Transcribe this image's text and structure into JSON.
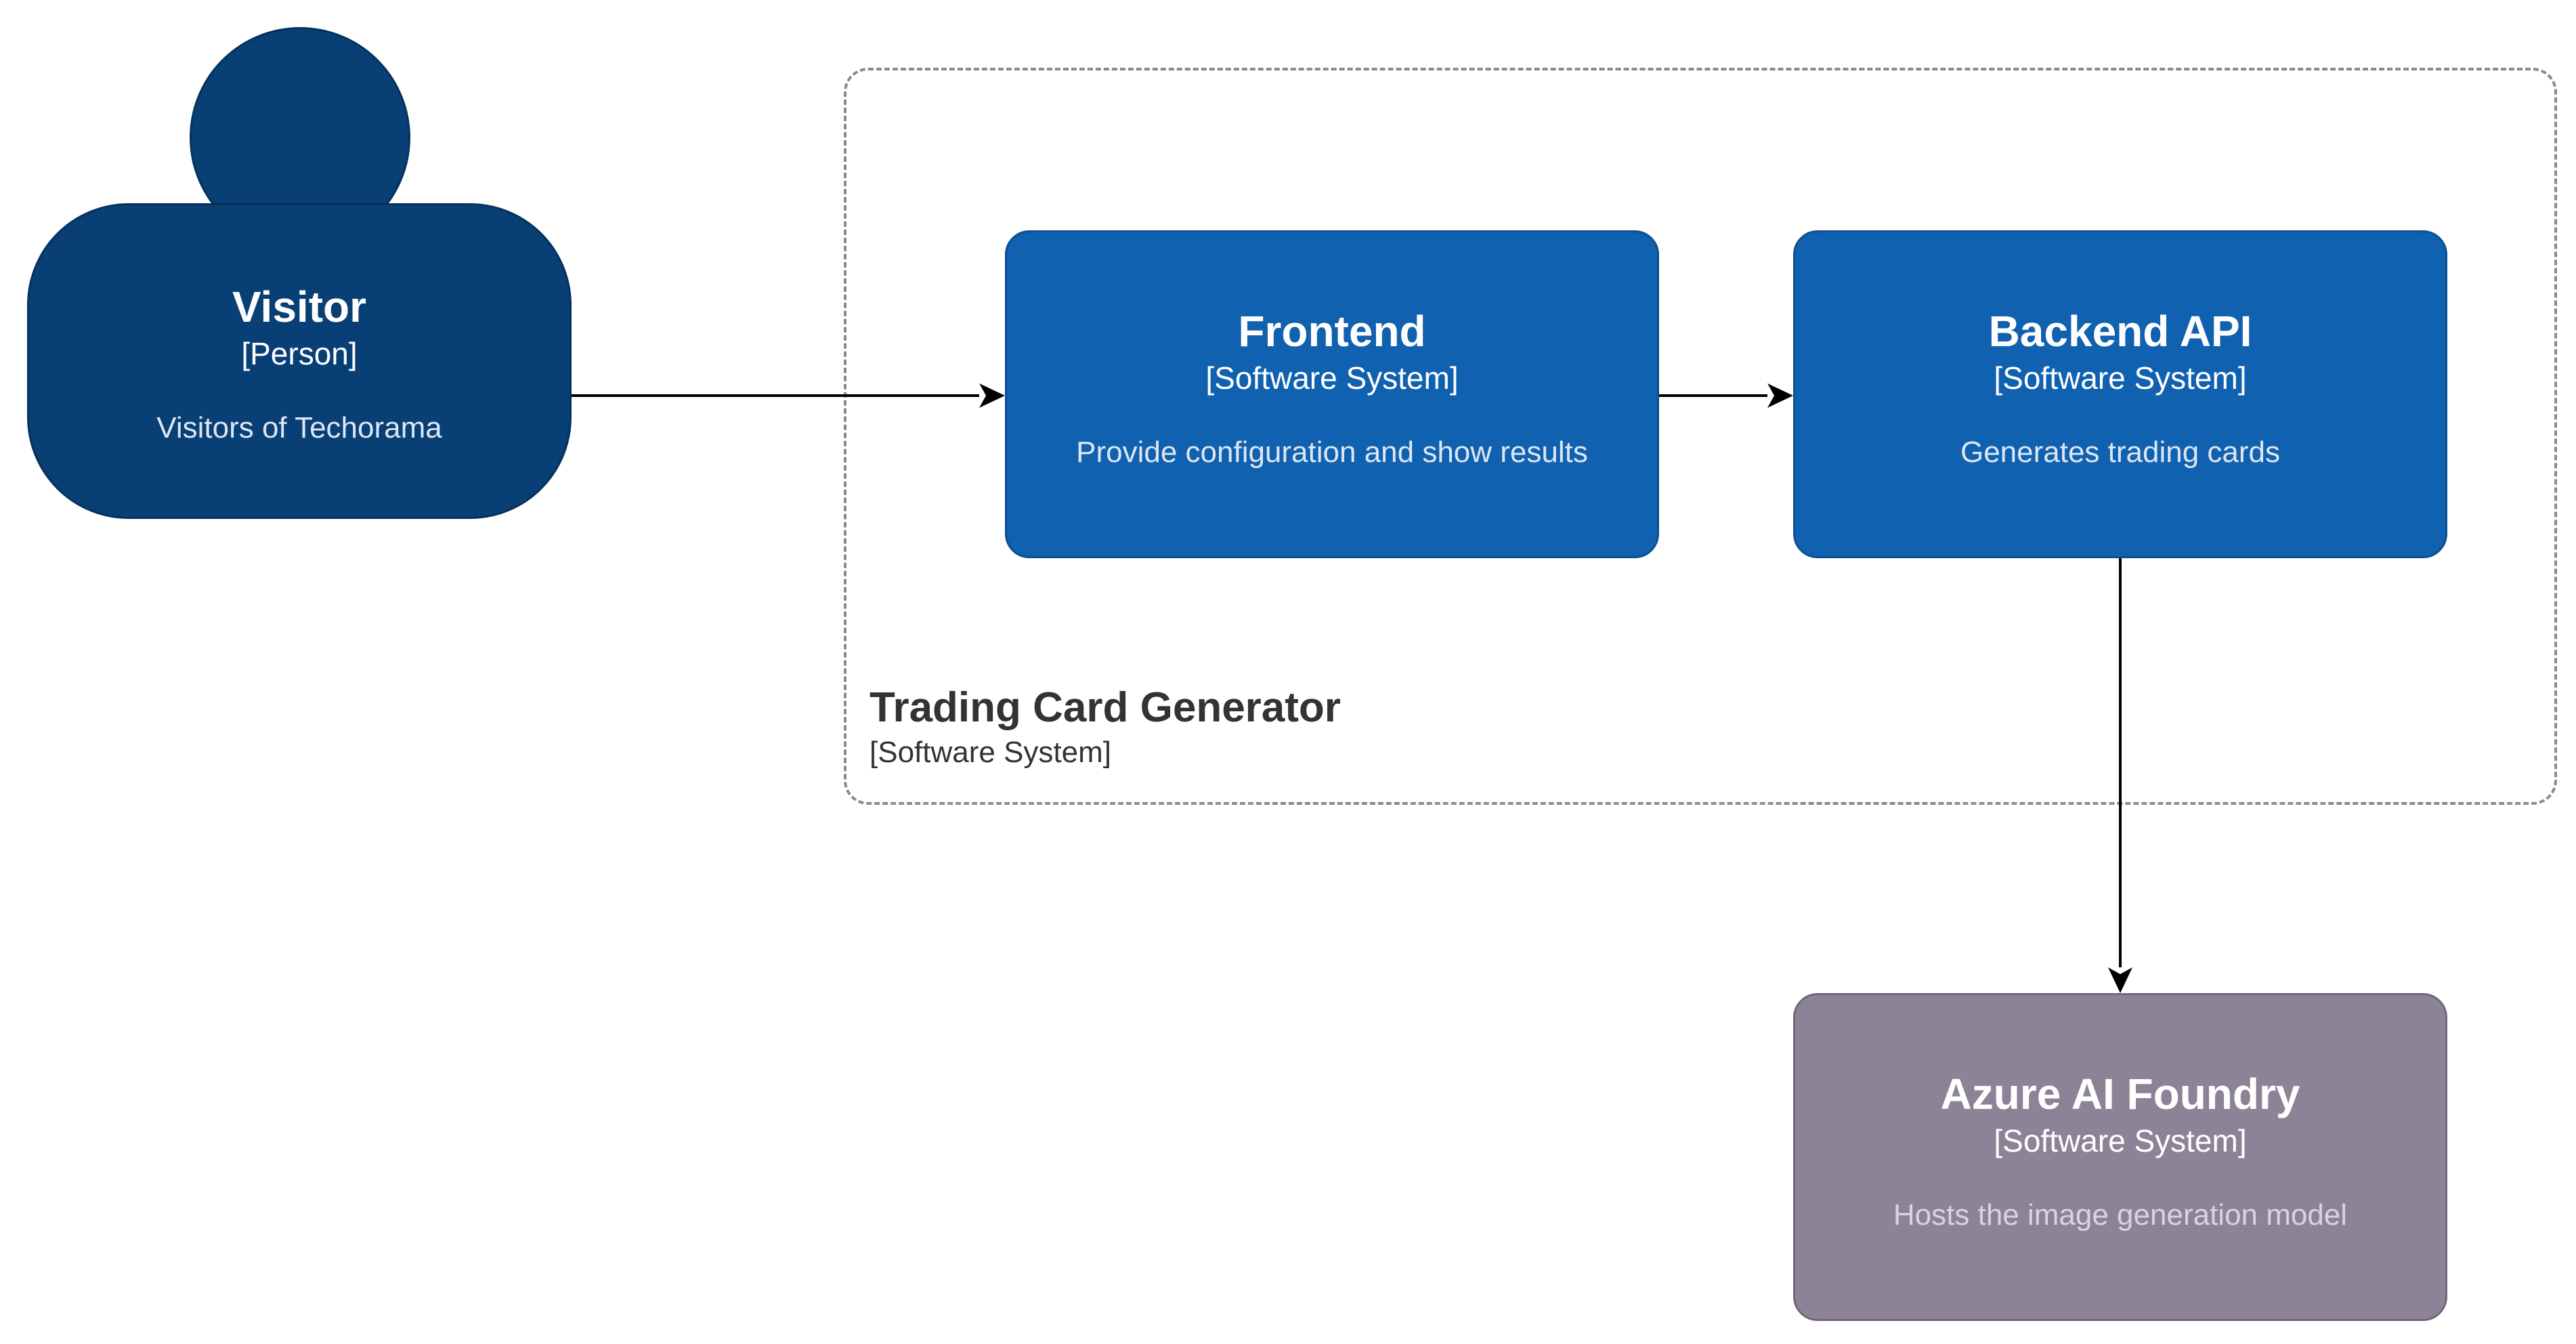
{
  "boundary": {
    "title": "Trading Card Generator",
    "tech": "[Software System]"
  },
  "person": {
    "title": "Visitor",
    "tech": "[Person]",
    "description": "Visitors of Techorama"
  },
  "frontend": {
    "title": "Frontend",
    "tech": "[Software System]",
    "description": "Provide configuration and show results"
  },
  "backend": {
    "title": "Backend API",
    "tech": "[Software System]",
    "description": "Generates trading cards"
  },
  "azure": {
    "title": "Azure AI Foundry",
    "tech": "[Software System]",
    "description": "Hosts the image generation model"
  },
  "colors": {
    "person": "#083f75",
    "system": "#1061b0",
    "external": "#8c8496",
    "boundary_border": "#8a8a8a",
    "arrow": "#000000"
  }
}
